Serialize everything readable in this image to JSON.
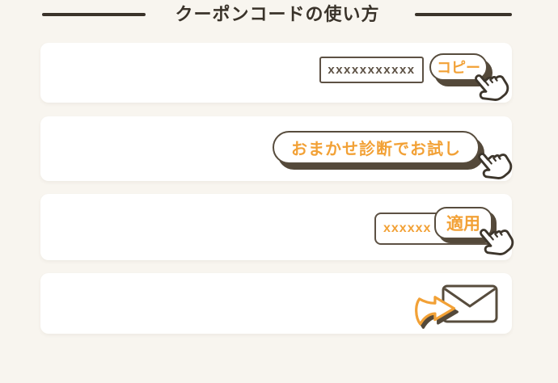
{
  "page": {
    "background_color": "#f8f5ef",
    "accent_color": "#f2a136",
    "stroke_color": "#574c3d",
    "text_color": "#3a332a"
  },
  "header": {
    "title": "クーポンコードの使い方"
  },
  "steps": [
    {
      "name": "copy-coupon-code",
      "code_field_value": "xxxxxxxxxxx",
      "copy_button_label": "コピー",
      "icons": [
        "cursor-hand-icon"
      ]
    },
    {
      "name": "try-omakase-diagnosis",
      "button_label": "おまかせ診断でお試し",
      "icons": [
        "cursor-hand-icon"
      ]
    },
    {
      "name": "apply-coupon-code",
      "input_value": "xxxxxx",
      "apply_button_label": "適用",
      "icons": [
        "cursor-hand-icon"
      ]
    },
    {
      "name": "receive-mail",
      "icons": [
        "arrow-icon",
        "envelope-icon"
      ]
    }
  ]
}
